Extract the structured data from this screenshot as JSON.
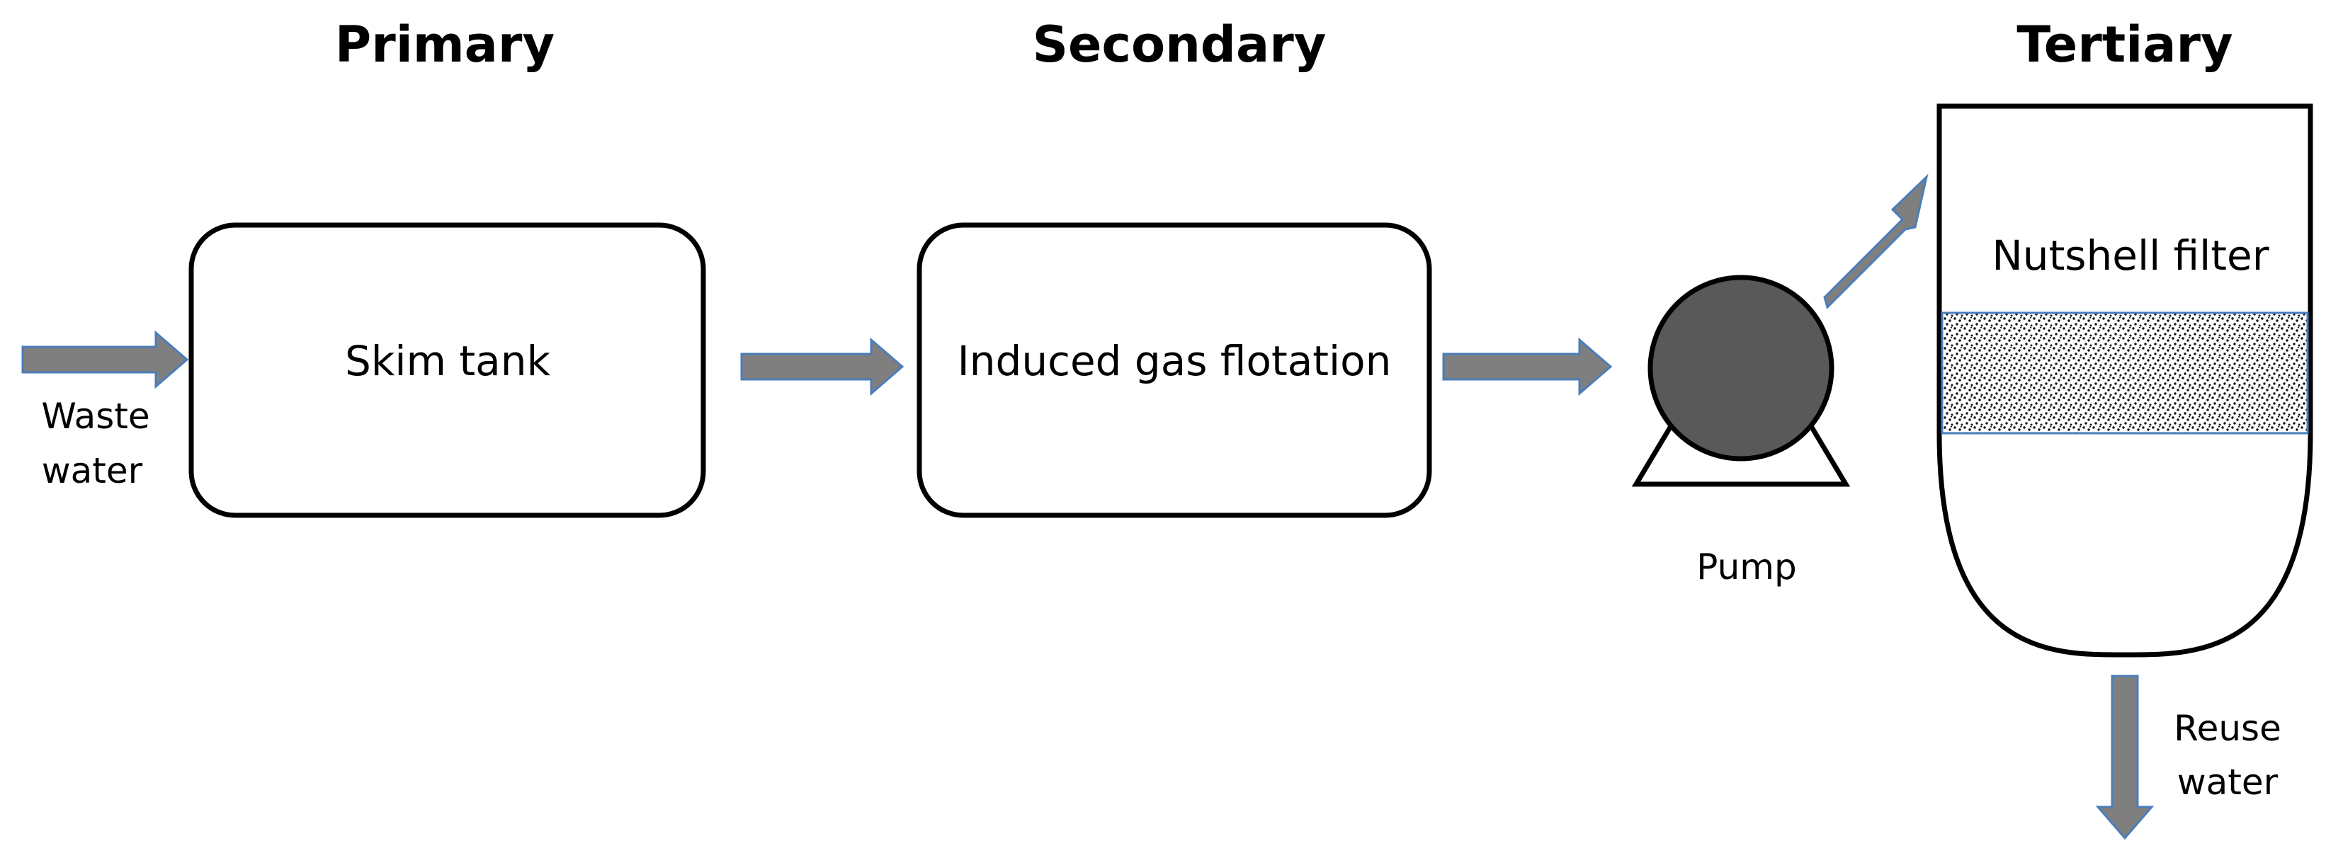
{
  "stages": {
    "primary": "Primary",
    "secondary": "Secondary",
    "tertiary": "Tertiary"
  },
  "units": {
    "skim_tank": "Skim tank",
    "induced_gas_flotation": "Induced gas flotation",
    "pump": "Pump",
    "nutshell_filter": "Nutshell filter"
  },
  "flows": {
    "input_line1": "Waste",
    "input_line2": "water",
    "output_line1": "Reuse",
    "output_line2": "water"
  },
  "colors": {
    "arrow_fill": "#7f7f7f",
    "arrow_edge": "#4a7ebb",
    "pump_body": "#595959",
    "outline": "#000000",
    "filter_media": "#d9d9d9"
  }
}
